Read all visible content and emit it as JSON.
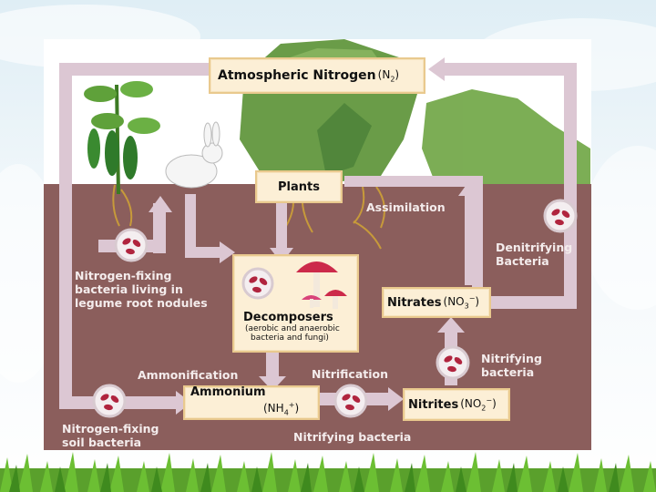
{
  "atmospheric": {
    "label": "Atmospheric Nitrogen",
    "formula": "(N",
    "sub": "2",
    "close": ")"
  },
  "plants": {
    "label": "Plants"
  },
  "assimilation": {
    "label": "Assimilation"
  },
  "denitrifying": {
    "line1": "Denitrifying",
    "line2": "Bacteria"
  },
  "legume": {
    "line1": "Nitrogen-fixing",
    "line2": "bacteria living in",
    "line3": "legume root nodules"
  },
  "decomposers": {
    "title": "Decomposers",
    "line1": "(aerobic and anaerobic",
    "line2": "bacteria and fungi)"
  },
  "nitrates": {
    "label": "Nitrates",
    "formula": "(NO",
    "sub": "3",
    "sup": "−",
    "close": ")"
  },
  "nitrifying_top": {
    "line1": "Nitrifying",
    "line2": "bacteria"
  },
  "ammonification": {
    "label": "Ammonification"
  },
  "nitrification": {
    "label": "Nitrification"
  },
  "ammonium": {
    "label": "Ammonium",
    "formula": "(NH",
    "sub": "4",
    "sup": "+",
    "close": ")"
  },
  "nitrites": {
    "label": "Nitrites",
    "formula": "(NO",
    "sub": "2",
    "sup": "−",
    "close": ")"
  },
  "soil_bacteria": {
    "line1": "Nitrogen-fixing",
    "line2": "soil bacteria"
  },
  "nitrifying_bottom": {
    "label": "Nitrifying bacteria"
  },
  "colors": {
    "soil": "#8b5e5c",
    "arrow": "#dcc7d3",
    "box": "#fcefd6",
    "bacteria": "#b0243e"
  }
}
